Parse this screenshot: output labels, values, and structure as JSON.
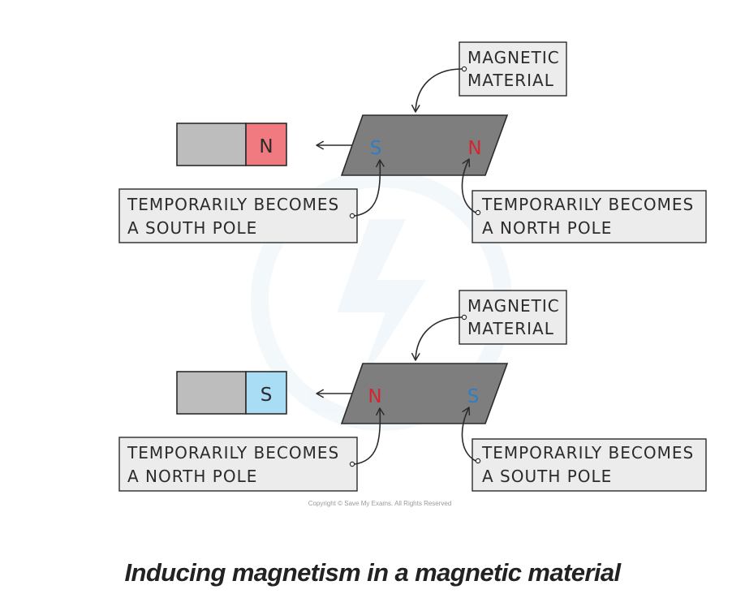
{
  "colors": {
    "magnet_body": "#bdbdbd",
    "north_fill": "#f07a80",
    "south_fill": "#a9ddf5",
    "material": "#7e7e7e",
    "north_text": "#d3262f",
    "south_text": "#2f7dc6",
    "label_box": "#ececec"
  },
  "panels": [
    {
      "magnet_pole": "N",
      "magnet_pole_type": "north",
      "material_label": [
        "MAGNETIC",
        "MATERIAL"
      ],
      "left_pole": "S",
      "left_pole_type": "south",
      "right_pole": "N",
      "right_pole_type": "north",
      "left_callout": [
        "TEMPORARILY  BECOMES",
        "A  SOUTH  POLE"
      ],
      "right_callout": [
        "TEMPORARILY  BECOMES",
        "A  NORTH  POLE"
      ]
    },
    {
      "magnet_pole": "S",
      "magnet_pole_type": "south",
      "material_label": [
        "MAGNETIC",
        "MATERIAL"
      ],
      "left_pole": "N",
      "left_pole_type": "north",
      "right_pole": "S",
      "right_pole_type": "south",
      "left_callout": [
        "TEMPORARILY  BECOMES",
        "A  NORTH  POLE"
      ],
      "right_callout": [
        "TEMPORARILY  BECOMES",
        "A  SOUTH  POLE"
      ]
    }
  ],
  "copyright": "Copyright © Save My Exams. All Rights Reserved",
  "caption": "Inducing magnetism in a magnetic material"
}
